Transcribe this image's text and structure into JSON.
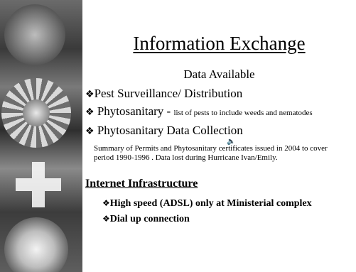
{
  "slide": {
    "title": "Information Exchange",
    "subtitle": "Data Available",
    "bullets": [
      {
        "symbol": "❖",
        "text": "Pest Surveillance/ Distribution"
      },
      {
        "symbol": "❖",
        "text": " Phytosanitary - ",
        "small": "list of pests to include weeds and nematodes"
      },
      {
        "symbol": "❖",
        "text": " Phytosanitary Data Collection"
      }
    ],
    "paragraph": "Summary of Permits and Phytosanitary certificates issued in 2004 to cover period 1990-1996 .  Data lost during  Hurricane Ivan/Emily.",
    "speaker_icon": "speaker-icon",
    "infrastructure": {
      "heading": "Internet Infrastructure",
      "items": [
        {
          "symbol": "❖",
          "text": "High speed (ADSL) only at Ministerial complex"
        },
        {
          "symbol": "❖",
          "text": "Dial up connection"
        }
      ]
    }
  }
}
